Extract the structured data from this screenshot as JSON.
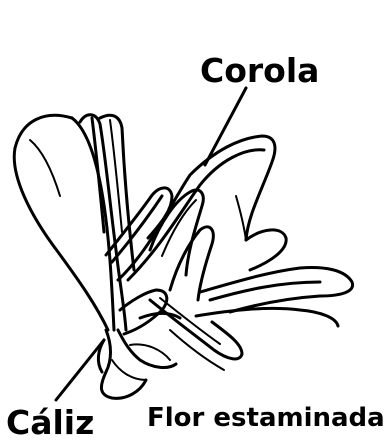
{
  "labels": {
    "corola": "Corola",
    "caliz": "Cáliz",
    "caption": "Flor estaminada"
  },
  "colors": {
    "ink": "#000000",
    "paper": "#ffffff"
  }
}
